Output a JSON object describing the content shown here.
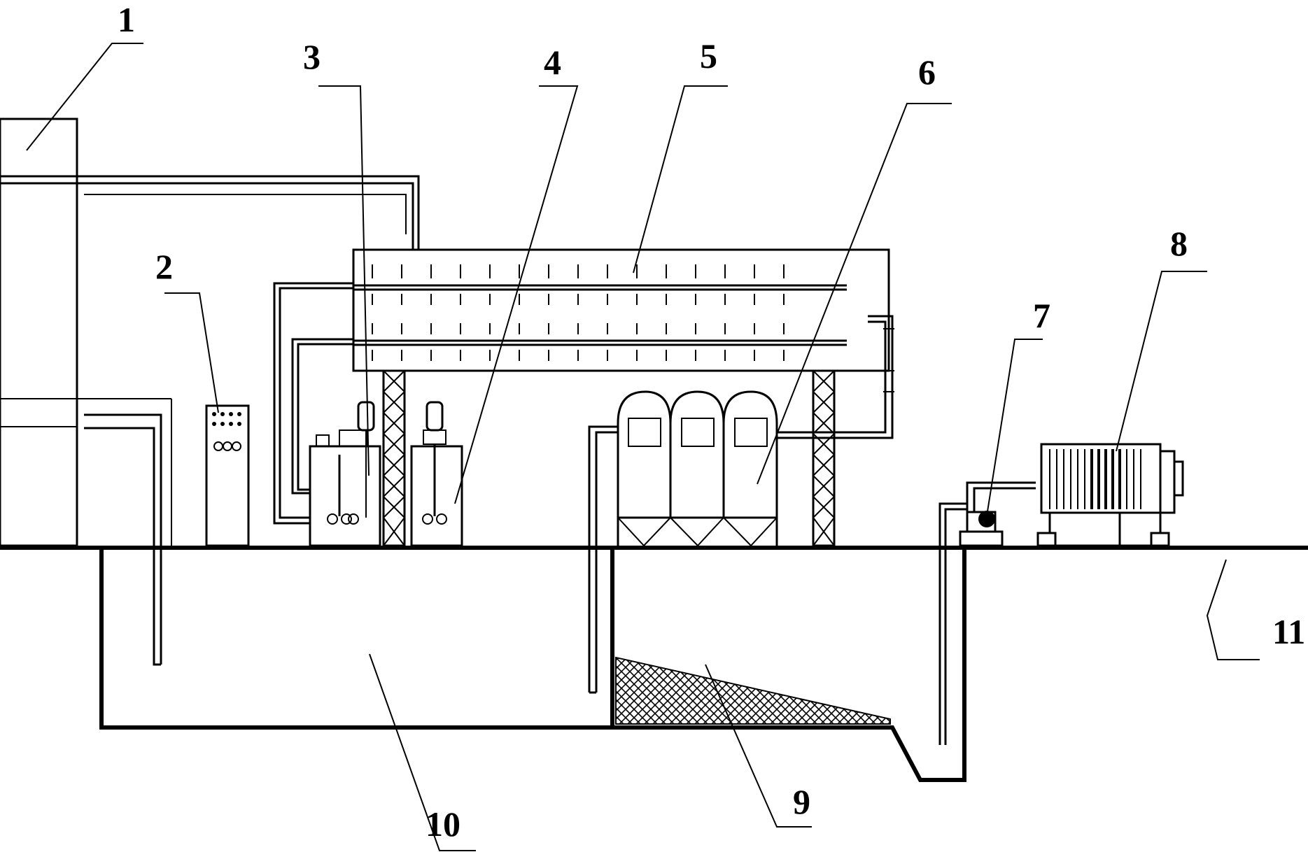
{
  "labels": [
    "1",
    "2",
    "3",
    "4",
    "5",
    "6",
    "7",
    "8",
    "9",
    "10",
    "11"
  ]
}
